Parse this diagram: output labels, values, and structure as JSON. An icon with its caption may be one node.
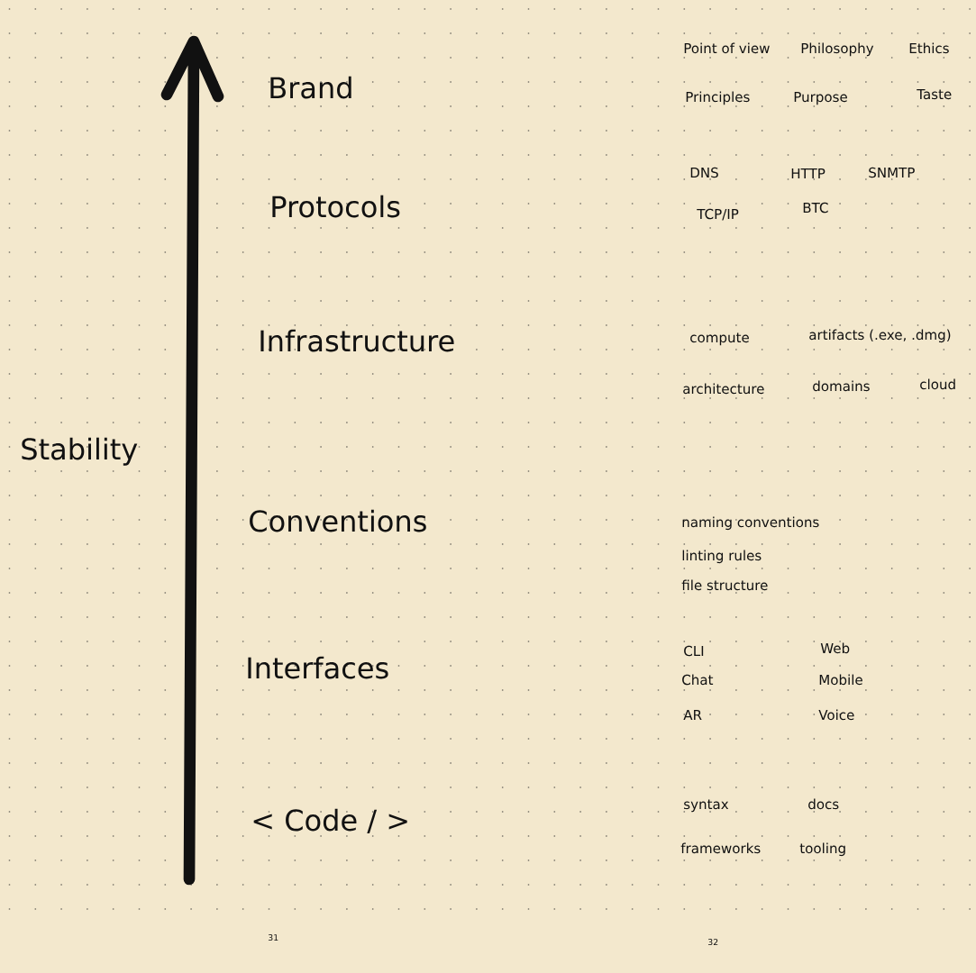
{
  "diagram": {
    "labels": [
      "Brand",
      "Point of view",
      "Philosophy",
      "Ethics",
      "Principles",
      "Purpose",
      "Taste",
      "Protocols",
      "DNS",
      "HTTP",
      "SNMTP",
      "TCP/IP",
      "BTC",
      "Infrastructure",
      "compute",
      "artifacts (.exe, .dmg)",
      "architecture",
      "domains",
      "cloud",
      "Stability",
      "Conventions",
      "naming conventions",
      "linting rules",
      "file structure",
      "Interfaces",
      "CLI",
      "Web",
      "Chat",
      "Mobile",
      "AR",
      "Voice",
      "< Code / >",
      "syntax",
      "docs",
      "frameworks",
      "tooling",
      "31",
      "32"
    ]
  }
}
